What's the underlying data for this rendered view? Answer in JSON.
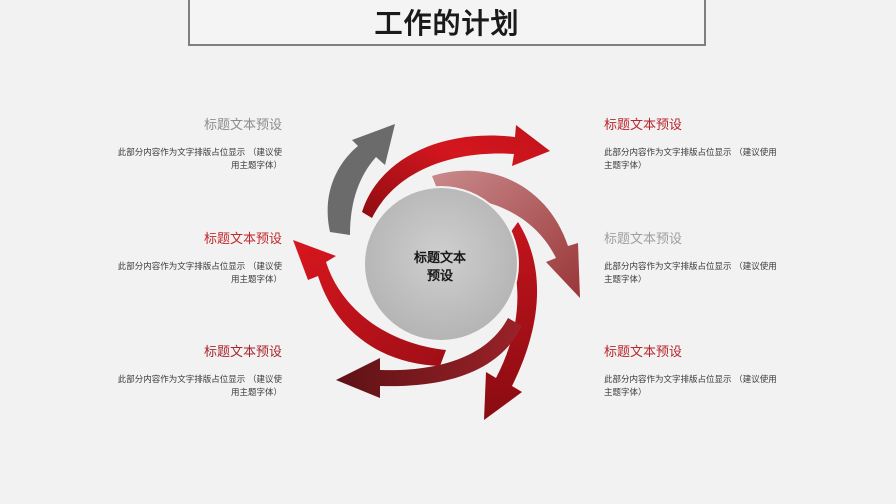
{
  "slide": {
    "title": "工作的计划"
  },
  "center": {
    "label_line1": "标题文本",
    "label_line2": "预设"
  },
  "items": [
    {
      "title": "标题文本预设",
      "body_line1": "此部分内容作为文字排版占位显示 （建议使",
      "body_line2": "用主题字体）",
      "title_color": "#8c8c8c"
    },
    {
      "title": "标题文本预设",
      "body_line1": "此部分内容作为文字排版占位显示 （建议使",
      "body_line2": "用主题字体）",
      "title_color": "#c0282c"
    },
    {
      "title": "标题文本预设",
      "body_line1": "此部分内容作为文字排版占位显示 （建议使",
      "body_line2": "用主题字体）",
      "title_color": "#a8262b"
    },
    {
      "title": "标题文本预设",
      "body_line1": "此部分内容作为文字排版占位显示 （建议使用",
      "body_line2": "主题字体）",
      "title_color": "#b8262b"
    },
    {
      "title": "标题文本预设",
      "body_line1": "此部分内容作为文字排版占位显示 （建议使用",
      "body_line2": "主题字体）",
      "title_color": "#9e9e9e"
    },
    {
      "title": "标题文本预设",
      "body_line1": "此部分内容作为文字排版占位显示 （建议使用",
      "body_line2": "主题字体）",
      "title_color": "#b8262b"
    }
  ],
  "colors": {
    "arrow_gray": "#6b6b6b",
    "arrow_red_top": "#c4141c",
    "arrow_rose": "#a9484a",
    "arrow_red_right": "#a80f18",
    "arrow_maroon": "#7a1a1e",
    "arrow_red_left": "#c8141c",
    "center_fill": "#bfbfbf"
  }
}
